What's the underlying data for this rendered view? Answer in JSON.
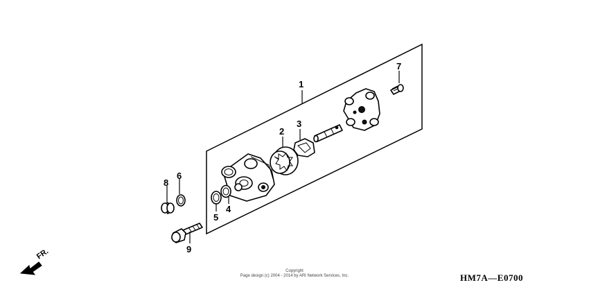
{
  "callouts": {
    "c1": "1",
    "c2": "2",
    "c3": "3",
    "c4": "4",
    "c5": "5",
    "c6": "6",
    "c7": "7",
    "c8": "8",
    "c9": "9"
  },
  "direction_label": "FR.",
  "copyright_line1": "Copyright",
  "copyright_line2": "Page design (c) 2004 - 2014 by ARI Network Services, Inc.",
  "diagram_code": "HM7A—E0700"
}
